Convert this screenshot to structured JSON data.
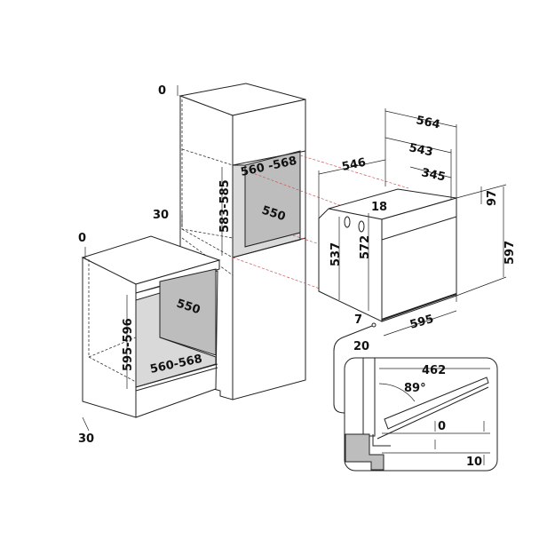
{
  "labels": {
    "tall_top_gap": "0",
    "tall_bottom_gap": "30",
    "tall_niche_width": "560 -568",
    "tall_niche_height": "583-585",
    "tall_niche_depth": "550",
    "base_top_gap": "0",
    "base_bottom_gap": "30",
    "base_niche_height": "595-596",
    "base_niche_depth": "550",
    "base_niche_width": "560-568",
    "oven_depth_total": "564",
    "oven_depth_body": "543",
    "oven_depth_side": "345",
    "oven_side_depth": "546",
    "oven_top_offset": "18",
    "oven_panel_height": "97",
    "oven_body_height": "537",
    "oven_inner_height": "572",
    "oven_height": "597",
    "oven_width": "595",
    "oven_bottom_offset": "7",
    "oven_door_offset": "20",
    "door_open_depth": "462",
    "door_angle": "89°",
    "door_gap_top": "0",
    "door_gap_bottom": "10"
  }
}
